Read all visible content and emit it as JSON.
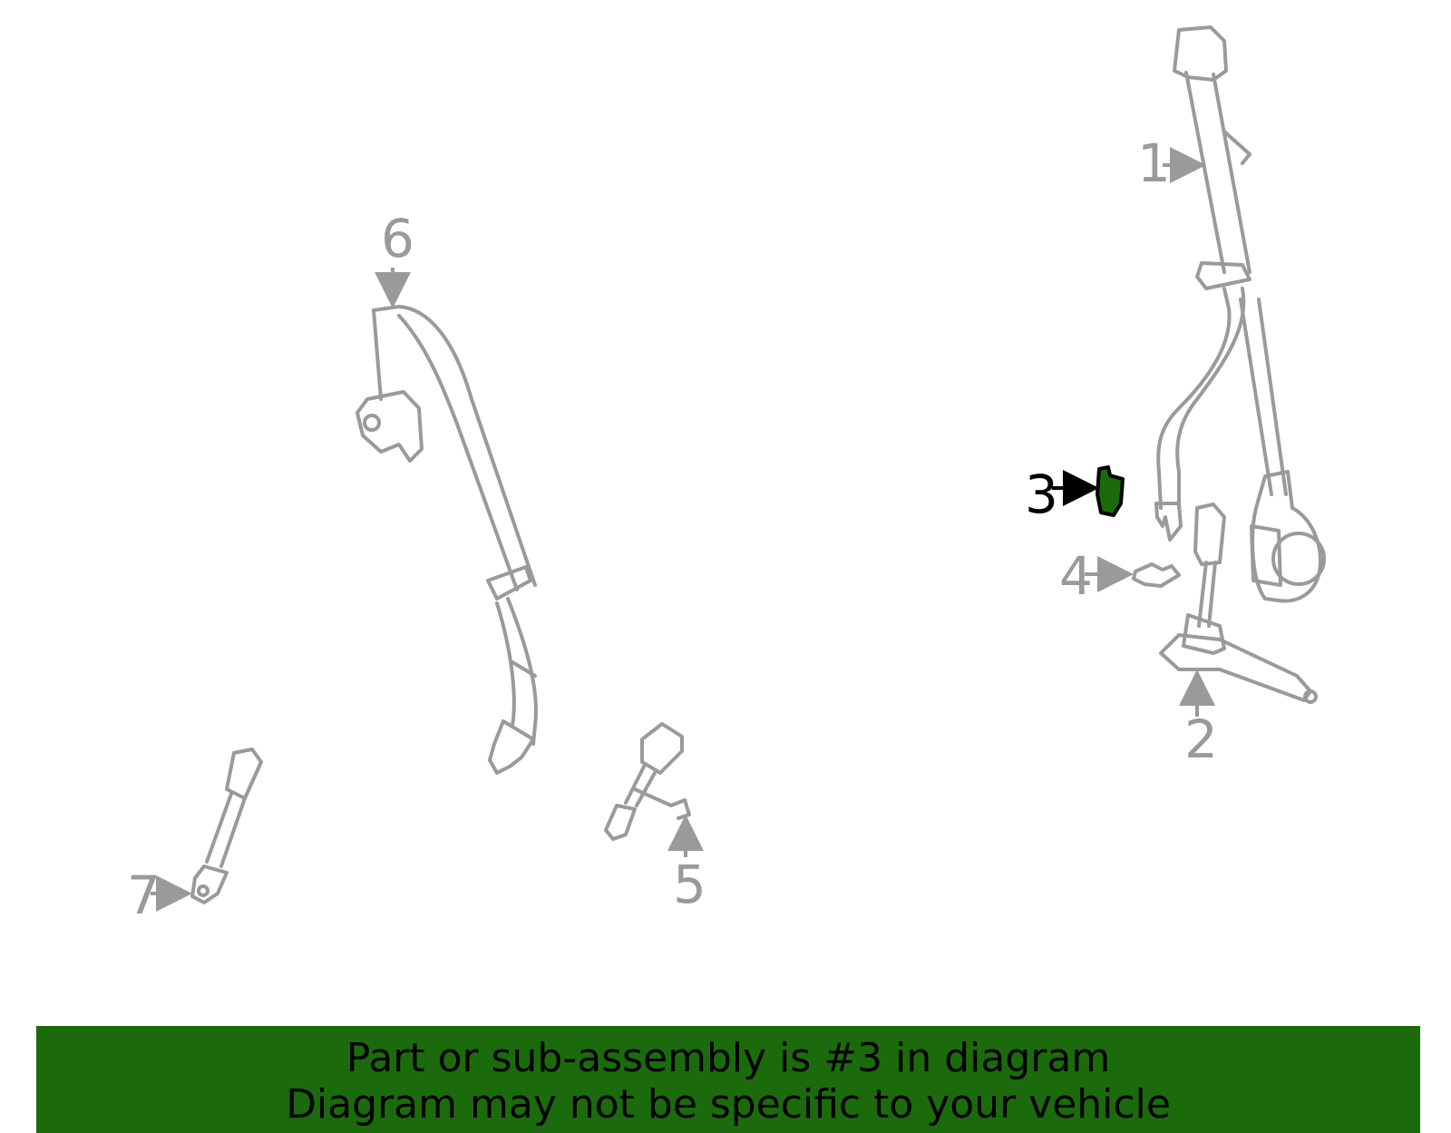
{
  "diagram": {
    "callouts": [
      {
        "id": "1",
        "label": "1",
        "highlighted": false
      },
      {
        "id": "2",
        "label": "2",
        "highlighted": false
      },
      {
        "id": "3",
        "label": "3",
        "highlighted": true
      },
      {
        "id": "4",
        "label": "4",
        "highlighted": false
      },
      {
        "id": "5",
        "label": "5",
        "highlighted": false
      },
      {
        "id": "6",
        "label": "6",
        "highlighted": false
      },
      {
        "id": "7",
        "label": "7",
        "highlighted": false
      }
    ],
    "colors": {
      "part_outline": "#9a9a9a",
      "highlight_fill": "#1b6b0c",
      "highlight_stroke": "#000000",
      "banner": "#1b6b0c"
    }
  },
  "banner": {
    "line1": "Part or sub-assembly is #3 in diagram",
    "line2": "Diagram may not be specific to your vehicle"
  }
}
